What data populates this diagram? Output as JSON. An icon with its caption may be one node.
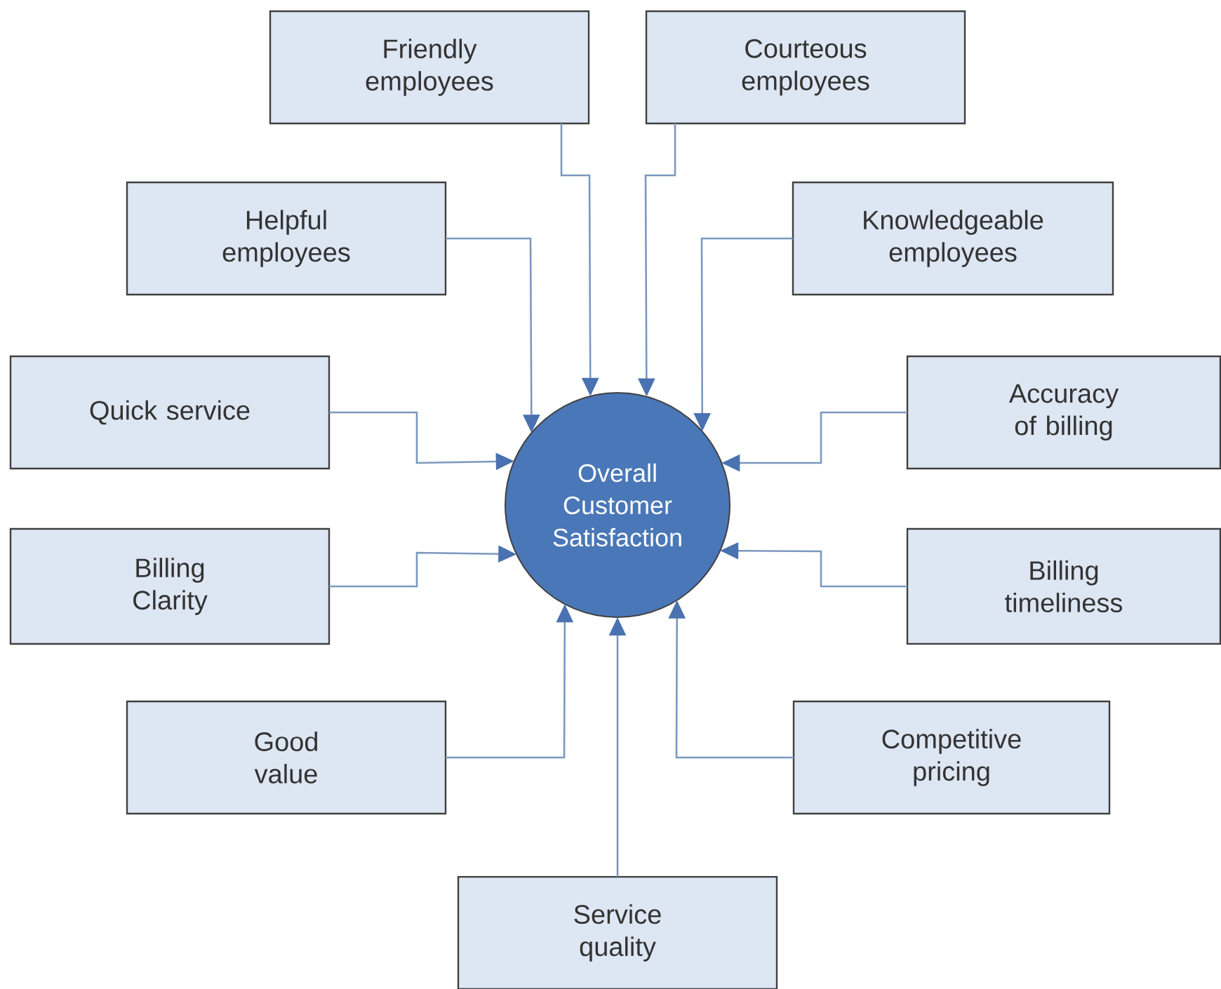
{
  "diagram": {
    "nodes": [
      {
        "text": [
          "Overall Customer Satisfaction"
        ]
      },
      {
        "text": [
          "Friendly employees"
        ]
      },
      {
        "text": [
          "Courteous employees"
        ]
      },
      {
        "text": [
          "Helpful employees"
        ]
      },
      {
        "text": [
          "Knowledgeable employees"
        ]
      },
      {
        "text": [
          "Quick service"
        ]
      },
      {
        "text": [
          "Accuracy of billing"
        ]
      },
      {
        "text": [
          "Billing Clarity"
        ]
      },
      {
        "text": [
          "Billing timeliness"
        ]
      },
      {
        "text": [
          "Good value"
        ]
      },
      {
        "text": [
          "Competitive pricing"
        ]
      },
      {
        "text": [
          "Service quality"
        ]
      }
    ],
    "edges": [
      {
        "from": 1,
        "to": 0,
        "arrow": "to"
      },
      {
        "from": 2,
        "to": 0,
        "arrow": "to"
      },
      {
        "from": 3,
        "to": 0,
        "arrow": "to"
      },
      {
        "from": 4,
        "to": 0,
        "arrow": "to"
      },
      {
        "from": 5,
        "to": 0,
        "arrow": "to"
      },
      {
        "from": 6,
        "to": 0,
        "arrow": "to"
      },
      {
        "from": 7,
        "to": 0,
        "arrow": "to"
      },
      {
        "from": 8,
        "to": 0,
        "arrow": "to"
      },
      {
        "from": 9,
        "to": 0,
        "arrow": "to"
      },
      {
        "from": 10,
        "to": 0,
        "arrow": "to"
      },
      {
        "from": 11,
        "to": 0,
        "arrow": "to"
      }
    ]
  }
}
